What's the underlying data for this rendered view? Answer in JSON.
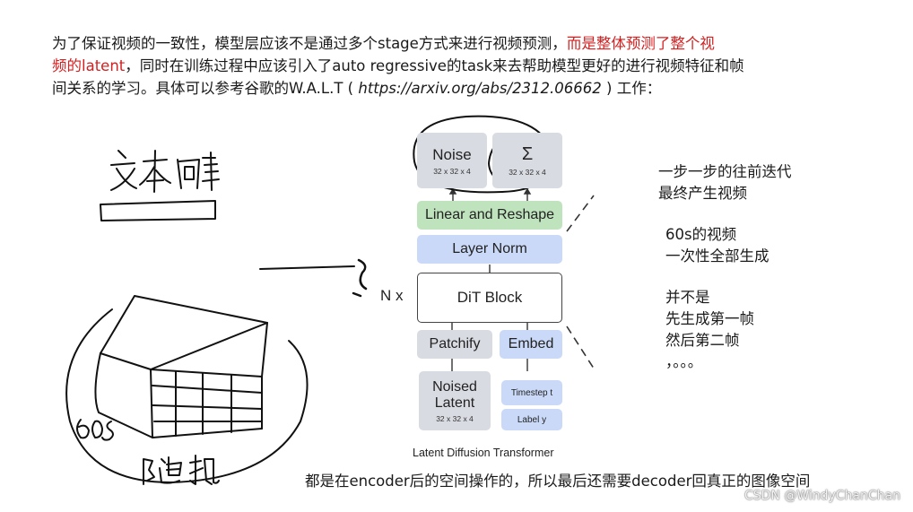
{
  "intro": {
    "line1_a": "为了保证视频的一致性，模型层应该不是通过多个stage方式来进行视频预测，",
    "line1_red": "而是整体预测了整个视",
    "line2_red": "频的latent",
    "line2_b": "，同时在训练过程中应该引入了auto regressive的task来去帮助模型更好的进行视频特征和帧",
    "line3_a": "间关系的学习。具体可以参考谷歌的W.A.L.T ( ",
    "line3_link": "https://arxiv.org/abs/2312.06662",
    "line3_b": " ) 工作："
  },
  "diagram": {
    "noise_top": "Noise",
    "noise_top_dim": "32 x 32 x 4",
    "sigma": "Σ",
    "sigma_dim": "32 x 32 x 4",
    "linear": "Linear and Reshape",
    "layernorm": "Layer Norm",
    "dit": "DiT Block",
    "nx": "N x",
    "patchify": "Patchify",
    "embed": "Embed",
    "noised1": "Noised",
    "noised2": "Latent",
    "noised_dim": "32 x 32 x 4",
    "timestep": "Timestep t",
    "label": "Label y",
    "caption": "Latent Diffusion Transformer"
  },
  "handwriting": {
    "text_vec": "文本向量",
    "sixty": "60s",
    "random": "随机"
  },
  "notes": {
    "a1": "一步一步的往前迭代",
    "a2": "最终产生视频",
    "b1": "60s的视频",
    "b2": "一次性全部生成",
    "c1": "并不是",
    "c2": "先生成第一帧",
    "c3": "然后第二帧",
    "c4": "，。。。"
  },
  "footer": "都是在encoder后的空间操作的，所以最后还需要decoder回真正的图像空间",
  "watermark": "CSDN @WindyChanChan"
}
